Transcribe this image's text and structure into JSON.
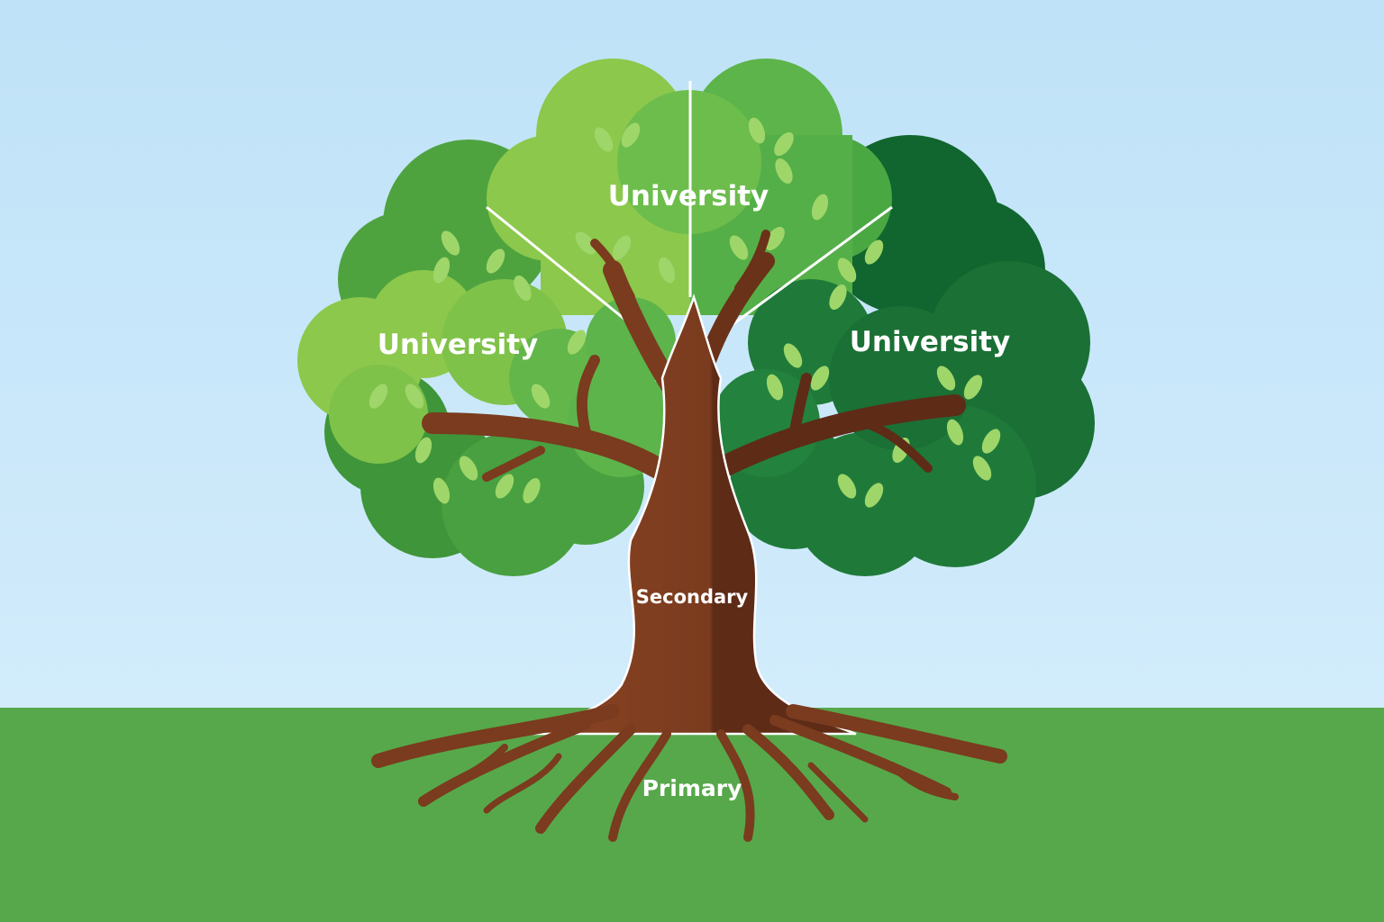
{
  "labels": {
    "crown_top": "University",
    "crown_left": "University",
    "crown_right": "University",
    "trunk": "Secondary",
    "roots": "Primary"
  },
  "colors": {
    "sky_top": "#bfe2f8",
    "sky_bottom": "#d2ecfb",
    "ground": "#57a84a",
    "crown_light": "#8cc84c",
    "crown_mid": "#5cb44a",
    "crown_dark": "#1f7a3a",
    "crown_darkest": "#11652e",
    "trunk": "#7a3b1e",
    "trunk_shade": "#5e2b17",
    "leaf": "#9fd66a",
    "text": "#ffffff"
  }
}
